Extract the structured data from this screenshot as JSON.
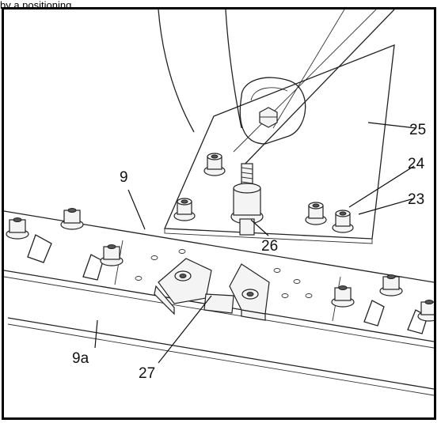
{
  "caption": "by a positioning",
  "labels": {
    "l9": "9",
    "l9a": "9a",
    "l23": "23",
    "l24": "24",
    "l25": "25",
    "l26": "26",
    "l27": "27"
  }
}
